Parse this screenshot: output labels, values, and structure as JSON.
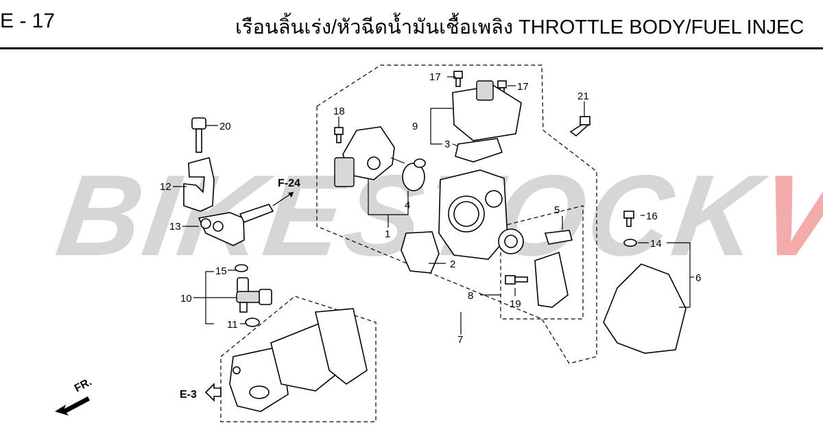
{
  "header": {
    "page_code": "E - 17",
    "title": "เรือนลิ้นเร่ง/หัวฉีดน้ำมันเชื้อเพลิง THROTTLE BODY/FUEL INJEC"
  },
  "watermark": {
    "part_a": "BIKESTOCK",
    "part_b": "VN"
  },
  "callouts": {
    "c1": "1",
    "c2": "2",
    "c3": "3",
    "c4": "4",
    "c5": "5",
    "c6": "6",
    "c7": "7",
    "c8": "8",
    "c9": "9",
    "c10": "10",
    "c11": "11",
    "c12": "12",
    "c13": "13",
    "c14": "14",
    "c15": "15",
    "c16": "16",
    "c17a": "17",
    "c17b": "17",
    "c18": "18",
    "c19": "19",
    "c20": "20",
    "c21": "21"
  },
  "references": {
    "f24": "F-24",
    "e3": "E-3",
    "fr": "FR."
  },
  "colors": {
    "watermark_gray": "#b5b5b5",
    "watermark_red": "#e8474a",
    "line": "#000000"
  }
}
